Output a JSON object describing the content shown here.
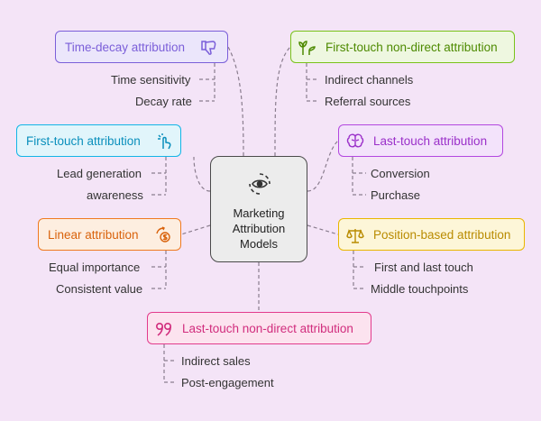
{
  "center": {
    "title": "Marketing\nAttribution\nModels",
    "icon": "eye-cycle-icon"
  },
  "nodes": {
    "time_decay": {
      "label": "Time-decay attribution",
      "icon": "thumbs-down-icon",
      "color": "#7b5fd9",
      "fill": "#ebe6fb",
      "children": [
        "Time sensitivity",
        "Decay rate"
      ]
    },
    "first_touch_non_direct": {
      "label": "First-touch non-direct attribution",
      "icon": "sprout-icon",
      "color": "#79c21a",
      "fill": "#eef7e0",
      "children": [
        "Indirect channels",
        "Referral sources"
      ]
    },
    "first_touch": {
      "label": "First-touch attribution",
      "icon": "pointer-click-icon",
      "color": "#12b5e6",
      "fill": "#e1f5fb",
      "children": [
        "Lead generation",
        "awareness"
      ]
    },
    "last_touch": {
      "label": "Last-touch attribution",
      "icon": "brain-icon",
      "color": "#b347e0",
      "fill": "#f3e3fb",
      "children": [
        "Conversion",
        "Purchase"
      ]
    },
    "linear": {
      "label": "Linear attribution",
      "icon": "money-cycle-icon",
      "color": "#ef7a20",
      "fill": "#fdeee0",
      "children": [
        "Equal importance",
        "Consistent value"
      ]
    },
    "position_based": {
      "label": "Position-based attribution",
      "icon": "scale-icon",
      "color": "#e9b600",
      "fill": "#fdf6d8",
      "children": [
        "First and last touch",
        "Middle touchpoints"
      ]
    },
    "last_touch_non_direct": {
      "label": "Last-touch non-direct attribution",
      "icon": "quote-icon",
      "color": "#e23b8c",
      "fill": "#fce3ef",
      "children": [
        "Indirect sales",
        "Post-engagement"
      ]
    }
  }
}
